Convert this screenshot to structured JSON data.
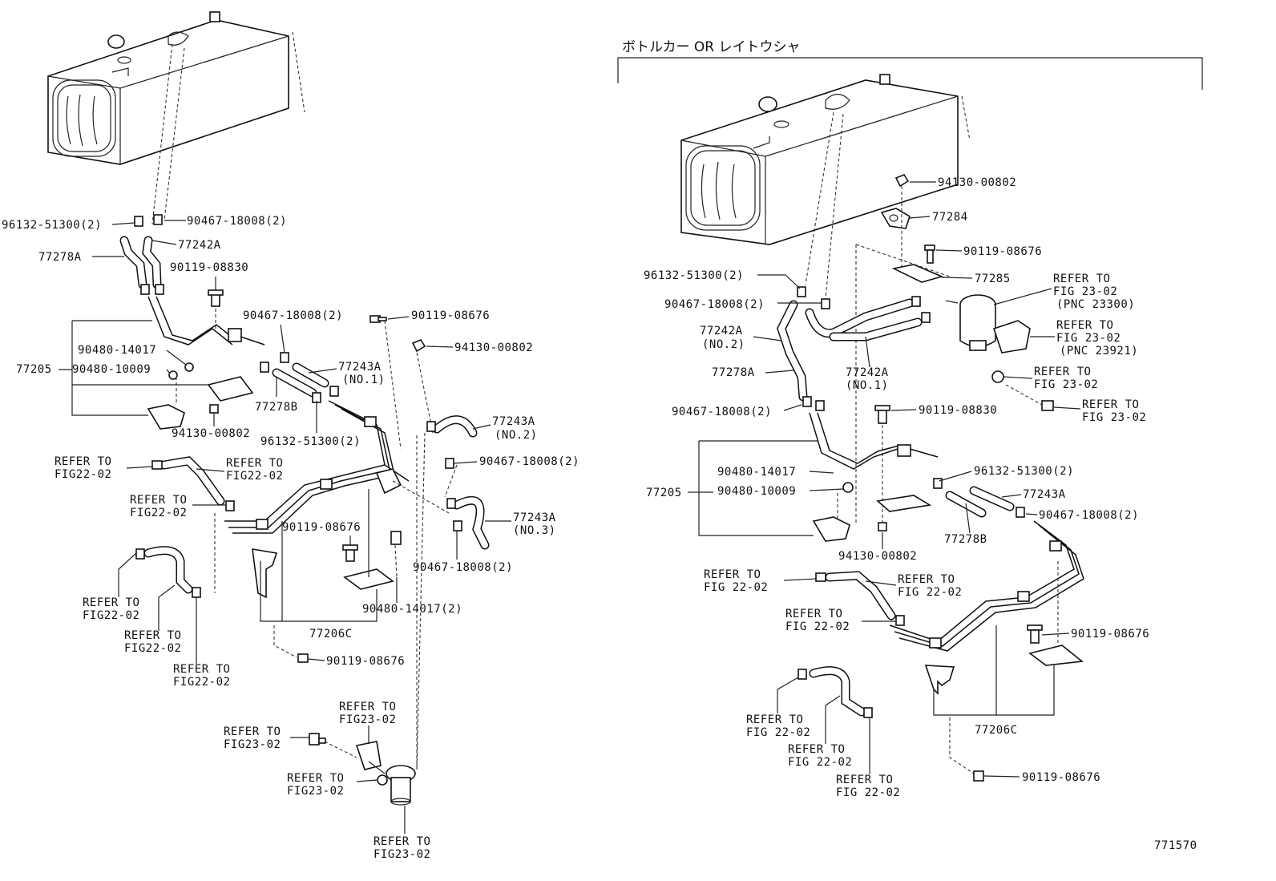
{
  "diagram": {
    "section_title": "ボトルカー OR レイトウシャ",
    "figure_number": "771570",
    "left_labels": {
      "l01": "96132-51300(2)",
      "l02": "90467-18008(2)",
      "l03": "77242A",
      "l04": "77278A",
      "l05": "90119-08830",
      "l06": "90467-18008(2)",
      "l07": "90119-08676",
      "l08": "94130-00802",
      "l09": "90480-14017",
      "l10": "77205",
      "l11": "90480-10009",
      "l12": "77243A",
      "l13": "(NO.1)",
      "l14": "77278B",
      "l15": "94130-00802",
      "l16": "96132-51300(2)",
      "l17": "77243A",
      "l18": "(NO.2)",
      "l19": "90467-18008(2)",
      "l20a": "REFER TO",
      "l20b": "FIG22-02",
      "l21a": "REFER TO",
      "l21b": "FIG22-02",
      "l22a": "REFER TO",
      "l22b": "FIG22-02",
      "l23": "90119-08676",
      "l24": "77243A",
      "l25": "(NO.3)",
      "l26": "90467-18008(2)",
      "l27a": "REFER TO",
      "l27b": "FIG22-02",
      "l28a": "REFER TO",
      "l28b": "FIG22-02",
      "l29a": "REFER TO",
      "l29b": "FIG22-02",
      "l30": "90480-14017(2)",
      "l31": "77206C",
      "l32": "90119-08676",
      "l33a": "REFER TO",
      "l33b": "FIG23-02",
      "l34a": "REFER TO",
      "l34b": "FIG23-02",
      "l35a": "REFER TO",
      "l35b": "FIG23-02",
      "l36a": "REFER TO",
      "l36b": "FIG23-02"
    },
    "right_labels": {
      "r01": "94130-00802",
      "r02": "77284",
      "r03": "90119-08676",
      "r04": "96132-51300(2)",
      "r05": "77285",
      "r06a": "REFER TO",
      "r06b": "FIG 23-02",
      "r06c": "(PNC 23300)",
      "r07": "90467-18008(2)",
      "r08a": "REFER TO",
      "r08b": "FIG 23-02",
      "r08c": "(PNC 23921)",
      "r09": "77242A",
      "r10": "(NO.2)",
      "r11": "77278A",
      "r12": "77242A",
      "r13": "(NO.1)",
      "r14a": "REFER TO",
      "r14b": "FIG 23-02",
      "r15a": "REFER TO",
      "r15b": "FIG 23-02",
      "r16": "90467-18008(2)",
      "r17": "90119-08830",
      "r18": "90480-14017",
      "r19": "96132-51300(2)",
      "r20": "77205",
      "r21": "90480-10009",
      "r22": "77243A",
      "r23": "90467-18008(2)",
      "r24": "94130-00802",
      "r25": "77278B",
      "r26a": "REFER TO",
      "r26b": "FIG 22-02",
      "r27a": "REFER TO",
      "r27b": "FIG 22-02",
      "r28a": "REFER TO",
      "r28b": "FIG 22-02",
      "r29": "90119-08676",
      "r30a": "REFER TO",
      "r30b": "FIG 22-02",
      "r31a": "REFER TO",
      "r31b": "FIG 22-02",
      "r32a": "REFER TO",
      "r32b": "FIG 22-02",
      "r33": "77206C",
      "r34": "90119-08676"
    }
  }
}
